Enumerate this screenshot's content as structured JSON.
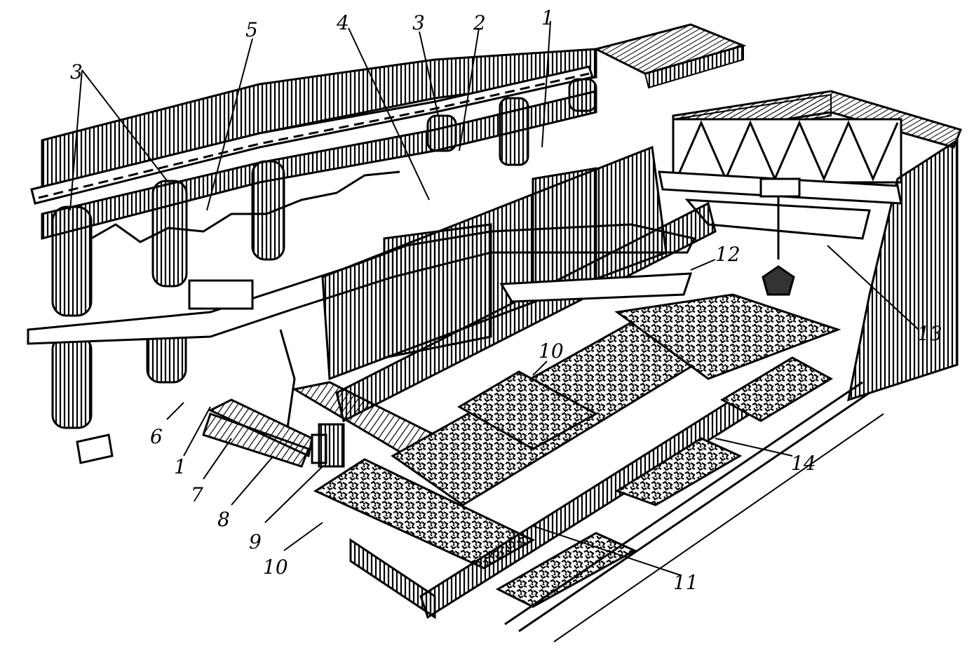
{
  "diagram": {
    "line_color": "#000000",
    "background": "#ffffff",
    "callouts": [
      {
        "id": "lbl-1a",
        "text": "1"
      },
      {
        "id": "lbl-2",
        "text": "2"
      },
      {
        "id": "lbl-3a",
        "text": "3"
      },
      {
        "id": "lbl-3b",
        "text": "3"
      },
      {
        "id": "lbl-4",
        "text": "4"
      },
      {
        "id": "lbl-5",
        "text": "5"
      },
      {
        "id": "lbl-6",
        "text": "6"
      },
      {
        "id": "lbl-1b",
        "text": "1"
      },
      {
        "id": "lbl-7",
        "text": "7"
      },
      {
        "id": "lbl-8",
        "text": "8"
      },
      {
        "id": "lbl-9",
        "text": "9"
      },
      {
        "id": "lbl-10a",
        "text": "10"
      },
      {
        "id": "lbl-10b",
        "text": "10"
      },
      {
        "id": "lbl-11",
        "text": "11"
      },
      {
        "id": "lbl-12",
        "text": "12"
      },
      {
        "id": "lbl-13",
        "text": "13"
      },
      {
        "id": "lbl-14",
        "text": "14"
      }
    ]
  }
}
